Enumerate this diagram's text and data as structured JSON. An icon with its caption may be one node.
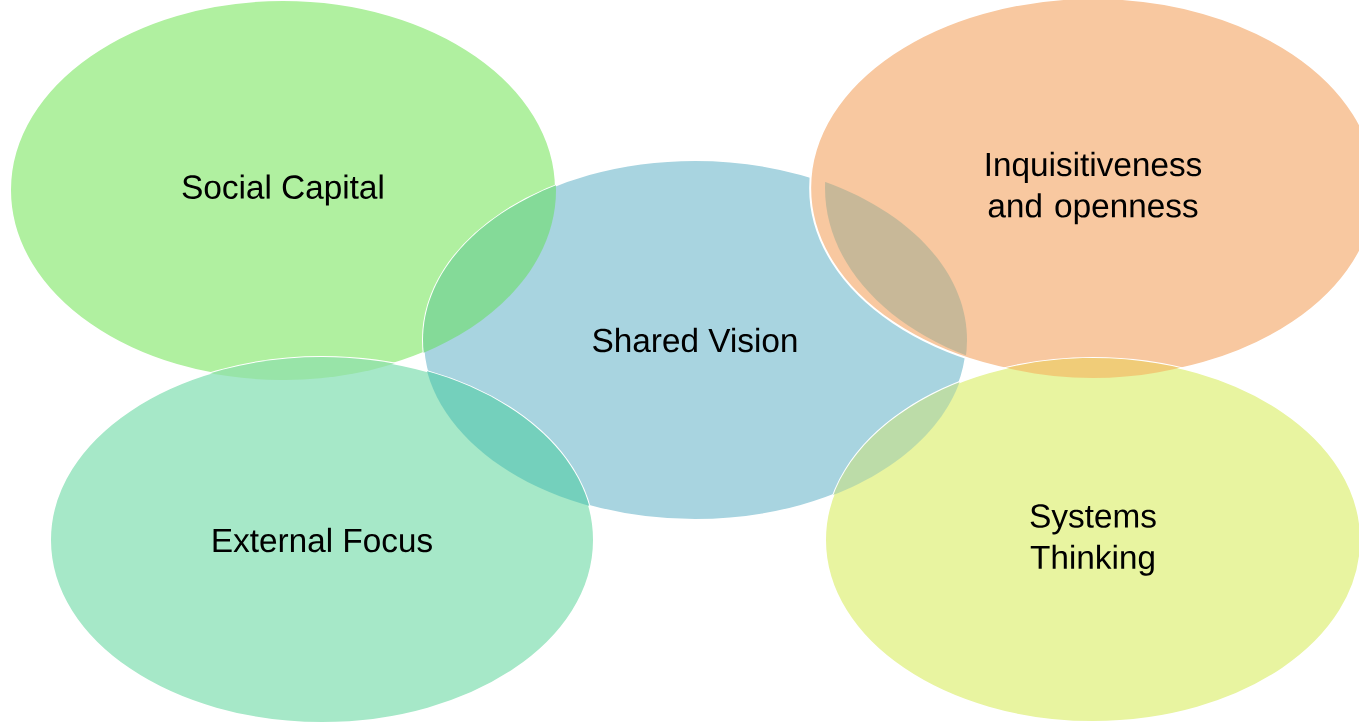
{
  "diagram": {
    "nodes": [
      {
        "text": [
          "Social Capital"
        ]
      },
      {
        "text": [
          "Inquisitiveness and openness"
        ]
      },
      {
        "text": [
          "Shared Vision"
        ]
      },
      {
        "text": [
          "External Focus"
        ]
      },
      {
        "text": [
          "Systems Thinking"
        ]
      }
    ]
  }
}
